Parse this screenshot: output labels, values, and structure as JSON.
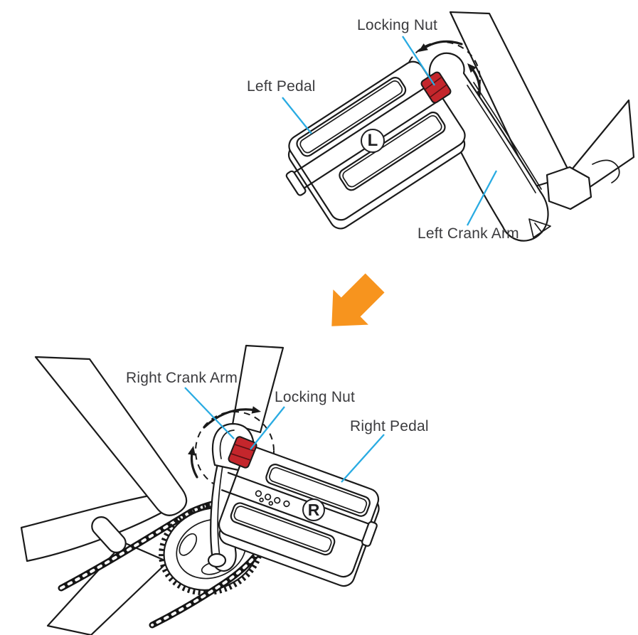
{
  "colors": {
    "background": "#FFFFFF",
    "line": "#1a1a1a",
    "label_text": "#3b3b3e",
    "leader_line": "#29ABE2",
    "locking_nut_red": "#C4262C",
    "step_arrow": "#F7941E"
  },
  "top_diagram": {
    "labels": {
      "locking_nut": "Locking Nut",
      "pedal": "Left Pedal",
      "crank_arm": "Left Crank Arm"
    },
    "marking": "L",
    "rotation_direction": "counterclockwise"
  },
  "bottom_diagram": {
    "labels": {
      "crank_arm": "Right Crank Arm",
      "locking_nut": "Locking Nut",
      "pedal": "Right Pedal"
    },
    "marking": "R",
    "rotation_direction": "clockwise"
  },
  "step_arrow": {
    "icon": "block-arrow-down-left"
  }
}
